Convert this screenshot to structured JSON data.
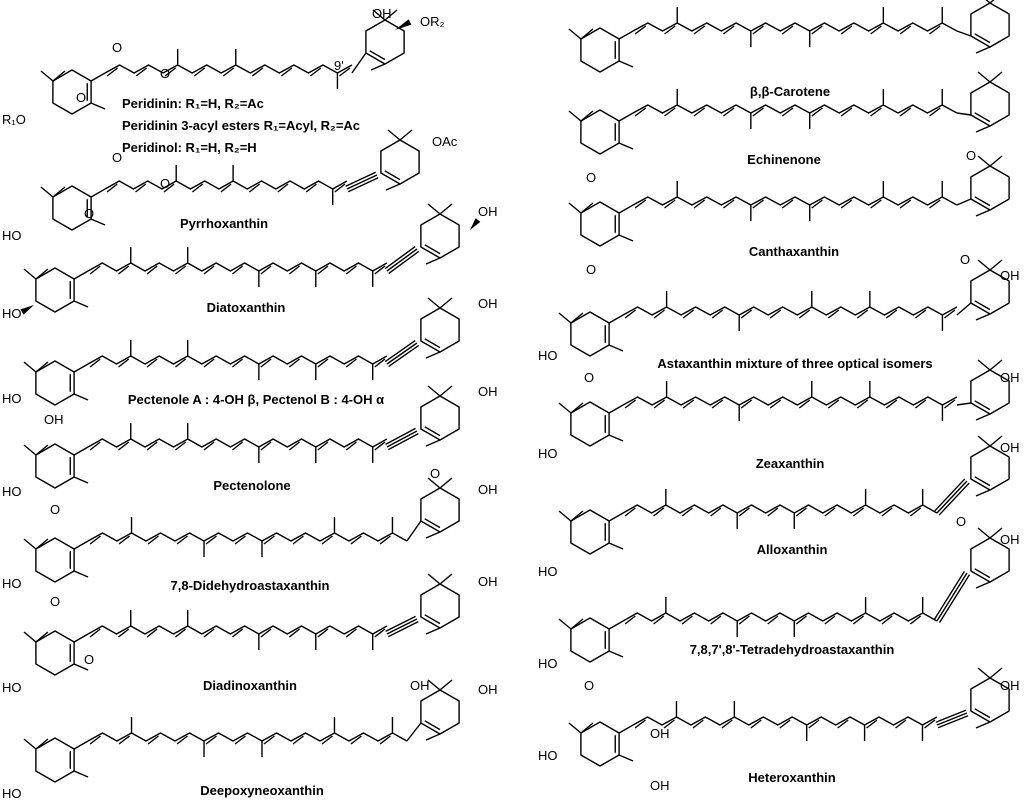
{
  "figure": {
    "compounds": [
      {
        "id": "peridinin",
        "lines": [
          "Peridinin: R₁=H, R₂=Ac",
          "Peridinin 3-acyl esters R₁=Acyl, R₂=Ac",
          "Peridinol: R₁=H, R₂=H"
        ],
        "atoms": [
          "O",
          "O",
          "OH",
          "OR₂",
          "R₁O",
          "O",
          "9'"
        ]
      },
      {
        "id": "pyrrhoxanthin",
        "name": "Pyrrhoxanthin",
        "atoms": [
          "O",
          "O",
          "OAc",
          "HO",
          "O"
        ]
      },
      {
        "id": "diatoxanthin",
        "name": "Diatoxanthin",
        "atoms": [
          "OH",
          "HO"
        ]
      },
      {
        "id": "pectenole",
        "name": "Pectenole A : 4-OH β, Pectenol B : 4-OH α",
        "atoms": [
          "OH",
          "HO",
          "OH"
        ]
      },
      {
        "id": "pectenolone",
        "name": "Pectenolone",
        "atoms": [
          "OH",
          "HO",
          "O"
        ]
      },
      {
        "id": "didehydroastaxanthin",
        "name": "7,8-Didehydroastaxanthin",
        "atoms": [
          "O",
          "OH",
          "HO",
          "O"
        ]
      },
      {
        "id": "diadinoxanthin",
        "name": "Diadinoxanthin",
        "atoms": [
          "OH",
          "HO",
          "O"
        ]
      },
      {
        "id": "deepoxyneoxanthin",
        "name": "Deepoxyneoxanthin",
        "atoms": [
          "OH",
          "OH",
          "HO"
        ]
      },
      {
        "id": "bb-carotene",
        "name": "β,β-Carotene",
        "atoms": []
      },
      {
        "id": "echinenone",
        "name": "Echinenone",
        "atoms": [
          "O"
        ]
      },
      {
        "id": "canthaxanthin",
        "name": "Canthaxanthin",
        "atoms": [
          "O",
          "O"
        ]
      },
      {
        "id": "astaxanthin",
        "name": "Astaxanthin mixture of three optical isomers",
        "atoms": [
          "O",
          "OH",
          "HO",
          "O"
        ]
      },
      {
        "id": "zeaxanthin",
        "name": "Zeaxanthin",
        "atoms": [
          "OH",
          "HO"
        ]
      },
      {
        "id": "alloxanthin",
        "name": "Alloxanthin",
        "atoms": [
          "OH",
          "HO"
        ]
      },
      {
        "id": "tetradehydroastaxanthin",
        "name": "7,8,7',8'-Tetradehydroastaxanthin",
        "atoms": [
          "O",
          "OH",
          "HO",
          "O"
        ]
      },
      {
        "id": "heteroxanthin",
        "name": "Heteroxanthin",
        "atoms": [
          "OH",
          "HO",
          "OH",
          "OH"
        ]
      }
    ]
  }
}
